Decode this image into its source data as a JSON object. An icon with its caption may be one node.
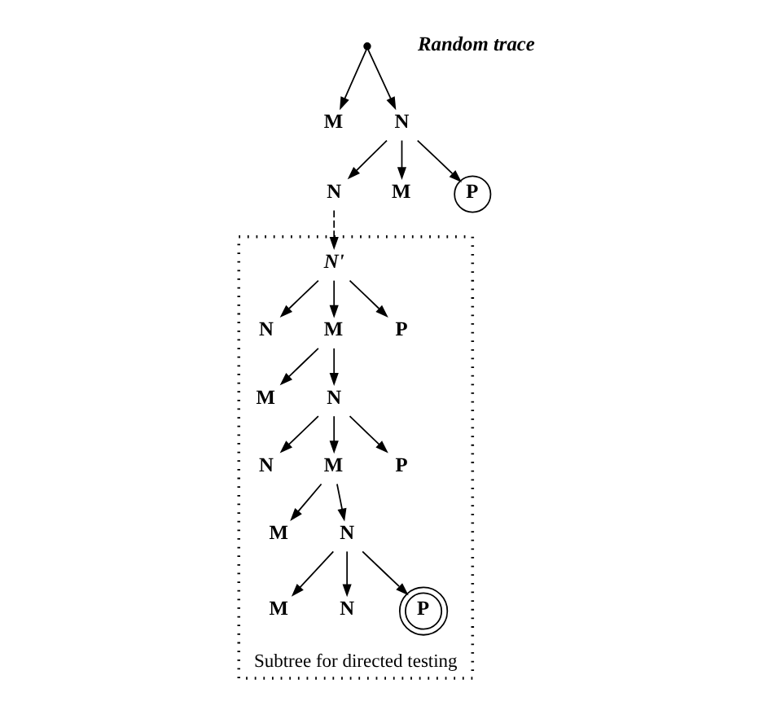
{
  "diagram": {
    "nodes": [
      {
        "text": [],
        "shape": "point"
      },
      {
        "text": [
          "M"
        ]
      },
      {
        "text": [
          "N"
        ]
      },
      {
        "text": [
          "N"
        ]
      },
      {
        "text": [
          "M"
        ]
      },
      {
        "text": [
          "P"
        ]
      },
      {
        "text": [
          "Subtree for directed testing"
        ]
      },
      {
        "text": [
          "N'"
        ],
        "in": 6
      },
      {
        "text": [
          "N"
        ],
        "in": 6
      },
      {
        "text": [
          "M"
        ],
        "in": 6
      },
      {
        "text": [
          "P"
        ],
        "in": 6
      },
      {
        "text": [
          "M"
        ],
        "in": 6
      },
      {
        "text": [
          "N"
        ],
        "in": 6
      },
      {
        "text": [
          "N"
        ],
        "in": 6
      },
      {
        "text": [
          "M"
        ],
        "in": 6
      },
      {
        "text": [
          "P"
        ],
        "in": 6
      },
      {
        "text": [
          "M"
        ],
        "in": 6
      },
      {
        "text": [
          "N"
        ],
        "in": 6
      },
      {
        "text": [
          "M"
        ],
        "in": 6
      },
      {
        "text": [
          "N"
        ],
        "in": 6
      },
      {
        "text": [
          "P"
        ],
        "in": 6
      }
    ],
    "edges": [
      {
        "from": 0,
        "to": 1,
        "arrow": "to"
      },
      {
        "from": 0,
        "to": 2,
        "arrow": "to"
      },
      {
        "from": 2,
        "to": 3,
        "arrow": "to"
      },
      {
        "from": 2,
        "to": 4,
        "arrow": "to"
      },
      {
        "from": 2,
        "to": 5,
        "arrow": "to"
      },
      {
        "from": 3,
        "to": 7,
        "arrow": "to",
        "style": "dashed"
      },
      {
        "from": 7,
        "to": 8,
        "arrow": "to"
      },
      {
        "from": 7,
        "to": 9,
        "arrow": "to"
      },
      {
        "from": 7,
        "to": 10,
        "arrow": "to"
      },
      {
        "from": 9,
        "to": 11,
        "arrow": "to"
      },
      {
        "from": 9,
        "to": 12,
        "arrow": "to"
      },
      {
        "from": 12,
        "to": 13,
        "arrow": "to"
      },
      {
        "from": 12,
        "to": 14,
        "arrow": "to"
      },
      {
        "from": 12,
        "to": 15,
        "arrow": "to"
      },
      {
        "from": 14,
        "to": 16,
        "arrow": "to"
      },
      {
        "from": 14,
        "to": 17,
        "arrow": "to"
      },
      {
        "from": 17,
        "to": 18,
        "arrow": "to"
      },
      {
        "from": 17,
        "to": 19,
        "arrow": "to"
      },
      {
        "from": 17,
        "to": 20,
        "arrow": "to"
      }
    ],
    "labels": [
      "Random trace"
    ]
  }
}
